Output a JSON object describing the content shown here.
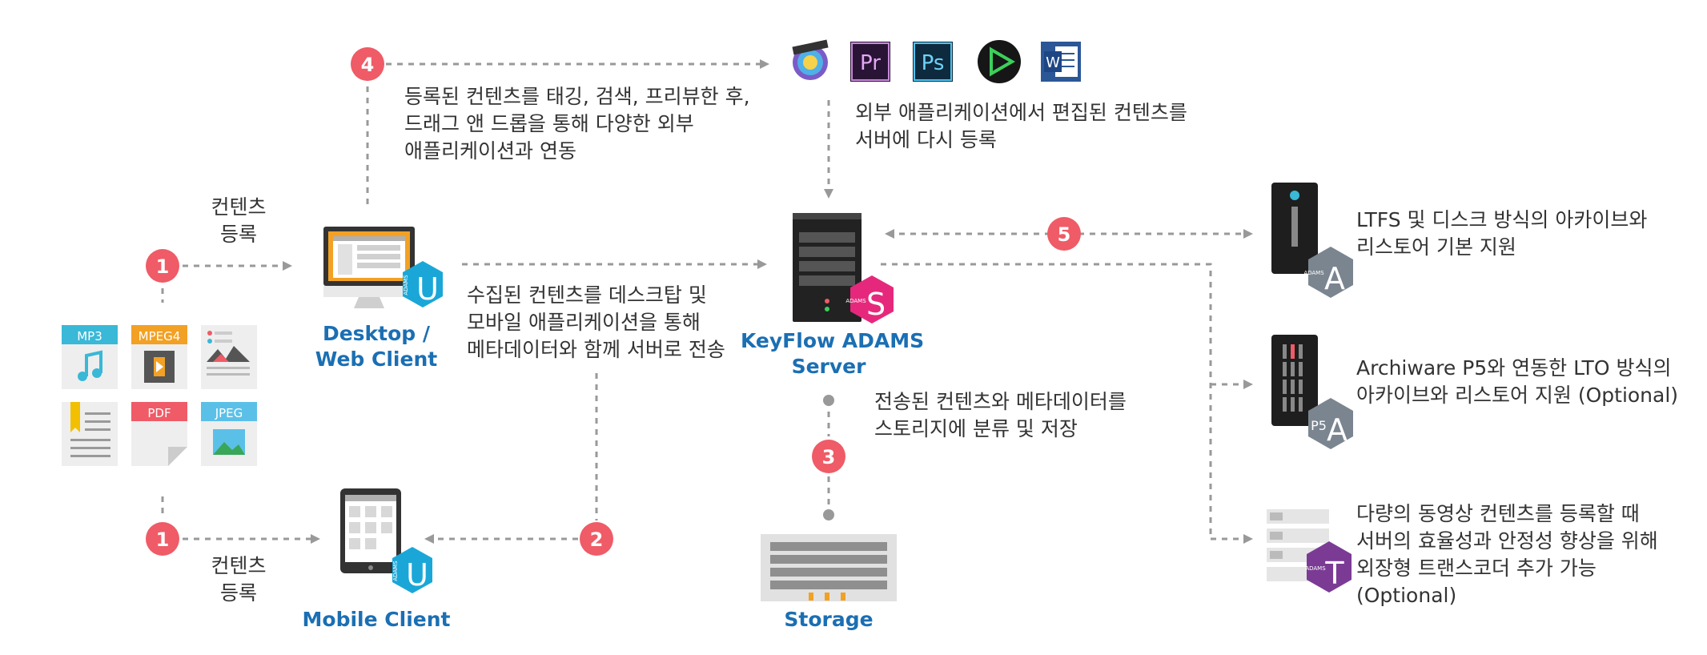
{
  "steps": {
    "s1_top": "1",
    "s1_bottom": "1",
    "s2": "2",
    "s3": "3",
    "s4": "4",
    "s5": "5"
  },
  "texts": {
    "register_top_1": "컨텐츠",
    "register_top_2": "등록",
    "register_bottom_1": "컨텐츠",
    "register_bottom_2": "등록",
    "step4_l1": "등록된 컨텐츠를 태깅, 검색, 프리뷰한 후,",
    "step4_l2": "드래그 앤 드롭을 통해 다양한 외부",
    "step4_l3": "애플리케이션과 연동",
    "external_l1": "외부 애플리케이션에서 편집된 컨텐츠를",
    "external_l2": "서버에 다시 등록",
    "collect_l1": "수집된 컨텐츠를 데스크탑 및",
    "collect_l2": "모바일 애플리케이션을 통해",
    "collect_l3": "메타데이터와 함께 서버로 전송",
    "storage_l1": "전송된 컨텐츠와 메타데이터를",
    "storage_l2": "스토리지에 분류 및 저장",
    "ltfs_l1": "LTFS 및 디스크 방식의 아카이브와",
    "ltfs_l2": "리스토어 기본 지원",
    "p5_l1": "Archiware P5와 연동한 LTO 방식의",
    "p5_l2": "아카이브와 리스토어 지원 (Optional)",
    "tc_l1": "다량의 동영상 컨텐츠를 등록할 때",
    "tc_l2": "서버의 효율성과 안정성 향상을 위해",
    "tc_l3": "외장형 트랜스코더 추가 가능",
    "tc_l4": "(Optional)"
  },
  "labels": {
    "desktop_1": "Desktop /",
    "desktop_2": "Web Client",
    "mobile": "Mobile Client",
    "server_1": "KeyFlow ADAMS",
    "server_2": "Server",
    "storage": "Storage"
  },
  "files": {
    "mp3": "MP3",
    "mpeg4": "MPEG4",
    "pdf": "PDF",
    "jpeg": "JPEG"
  },
  "apps": {
    "premiere": "Pr",
    "photoshop": "Ps",
    "word": "W"
  },
  "badges": {
    "desktop": "U",
    "mobile": "U",
    "server": "S",
    "ltfs": "A",
    "p5": "A",
    "p5_prefix": "P5",
    "transcoder": "T",
    "adams": "ADAMS"
  },
  "colors": {
    "step_red": "#ef5b66",
    "arrow_gray": "#999999",
    "label_blue": "#1b6fb3",
    "badge_cyan": "#1aa7d8",
    "badge_pink": "#e6287c",
    "badge_gray": "#7a8590",
    "badge_purple": "#7b3b95"
  }
}
